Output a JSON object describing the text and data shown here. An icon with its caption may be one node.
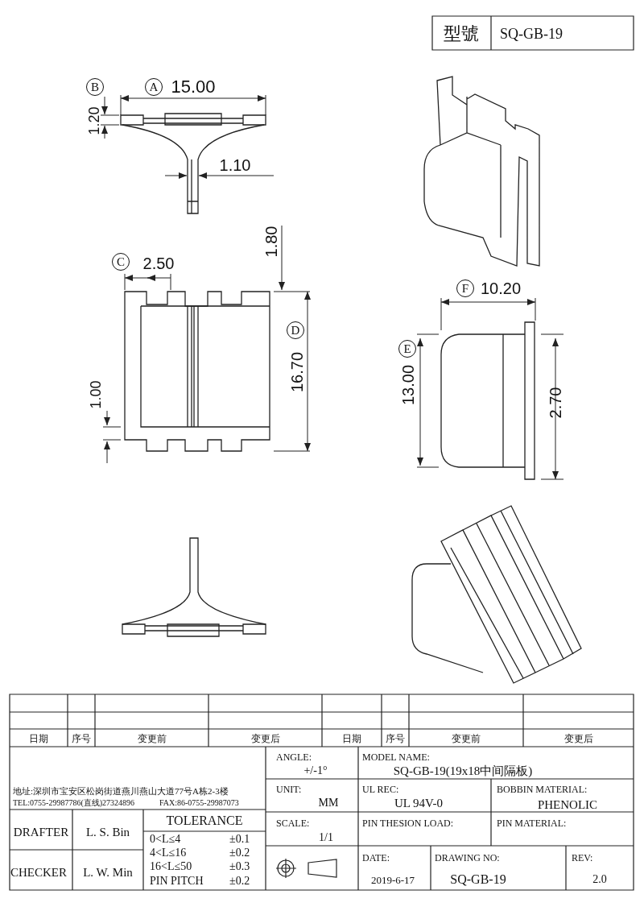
{
  "diagram": {
    "labels": [
      "型號",
      "SQ-GB-19",
      "B",
      "A",
      "15.00",
      "1.20",
      "1.10",
      "1.80",
      "C",
      "2.50",
      "D",
      "16.70",
      "1.00",
      "F",
      "10.20",
      "E",
      "13.00",
      "2.70",
      "日期",
      "序号",
      "变更前",
      "变更后",
      "日期",
      "序号",
      "变更前",
      "变更后",
      "ANGLE:",
      "+/-1°",
      "MODEL NAME:",
      "SQ-GB-19(19x18中间隔板)",
      "地址:深圳市宝安区松岗街道燕川燕山大道77号A栋2-3楼",
      "TEL:0755-29987786(直线)27324896",
      "FAX:86-0755-29987073",
      "UNIT:",
      "MM",
      "UL REC:",
      "UL 94V-0",
      "BOBBIN MATERIAL:",
      "PHENOLIC",
      "DRAFTER",
      "L. S. Bin",
      "TOLERANCE",
      "0<L≤4",
      "±0.1",
      "4<L≤16",
      "±0.2",
      "16<L≤50",
      "±0.3",
      "PIN PITCH",
      "±0.2",
      "SCALE:",
      "1/1",
      "PIN THESION LOAD:",
      "PIN MATERIAL:",
      "CHECKER",
      "L. W. Min",
      "DATE:",
      "2019-6-17",
      "DRAWING NO:",
      "SQ-GB-19",
      "REV:",
      "2.0"
    ]
  }
}
